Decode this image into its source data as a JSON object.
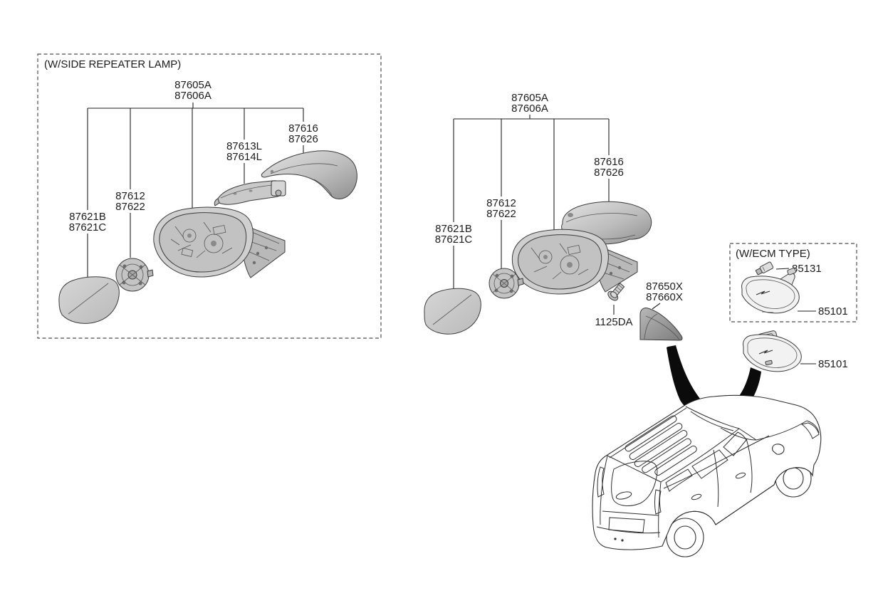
{
  "colors": {
    "background": "#ffffff",
    "line": "#1f1f1f",
    "dashed_border": "#4d4d4d",
    "part_gray": "#c8c8c8",
    "part_gray_dark": "#909090",
    "part_gray_light": "#e6e6e6",
    "arrow_black": "#0b0b0b"
  },
  "left_box": {
    "title": "(W/SIDE REPEATER LAMP)",
    "mirror_assembly": {
      "line1": "87605A",
      "line2": "87606A"
    },
    "mirror_cover": {
      "line1": "87616",
      "line2": "87626"
    },
    "repeater_lamp": {
      "line1": "87613L",
      "line2": "87614L"
    },
    "actuator": {
      "line1": "87612",
      "line2": "87622"
    },
    "mirror_glass": {
      "line1": "87621B",
      "line2": "87621C"
    }
  },
  "right_view": {
    "mirror_assembly": {
      "line1": "87605A",
      "line2": "87606A"
    },
    "mirror_cover": {
      "line1": "87616",
      "line2": "87626"
    },
    "actuator": {
      "line1": "87612",
      "line2": "87622"
    },
    "mirror_glass": {
      "line1": "87621B",
      "line2": "87621C"
    },
    "corner_cover": {
      "line1": "87650X",
      "line2": "87660X"
    },
    "bolt": {
      "line1": "1125DA"
    }
  },
  "ecm_box": {
    "title": "(W/ECM TYPE)",
    "sensor_label": "85131",
    "inside_mirror_label": "85101"
  },
  "standard_mirror": {
    "inside_mirror_label": "85101"
  }
}
